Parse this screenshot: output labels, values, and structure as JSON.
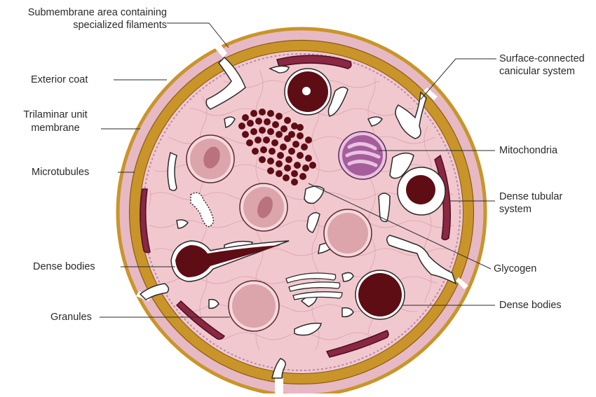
{
  "labels": {
    "submembrane": [
      "Submembrane area containing",
      "specialized filaments"
    ],
    "exterior_coat": "Exterior coat",
    "trilaminar": [
      "Trilaminar unit",
      "membrane"
    ],
    "microtubules": "Microtubules",
    "dense_bodies_left": "Dense bodies",
    "granules": "Granules",
    "surface_connected": [
      "Surface-connected",
      "canicular system"
    ],
    "mitochondria": "Mitochondria",
    "dense_tubular": [
      "Dense tubular",
      "system"
    ],
    "glycogen": "Glycogen",
    "dense_bodies_right": "Dense bodies"
  },
  "colors": {
    "cytoplasm": "#f2c8cf",
    "outer_ring": "#e7b9c4",
    "membrane_gold": "#c9952a",
    "dense_body": "#5e0d14",
    "granule": "#dca4ab",
    "mitochondria": "#a65d9c",
    "tubular": "#8a2742",
    "canicular": "#ffffff"
  }
}
